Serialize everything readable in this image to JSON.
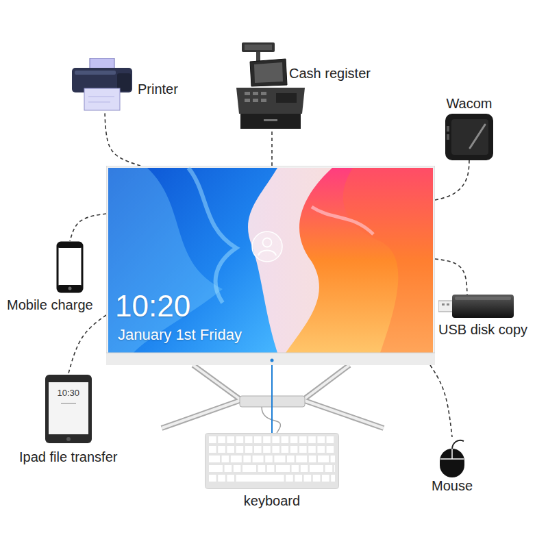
{
  "diagram": {
    "nodes": [
      {
        "text": [
          "Printer"
        ]
      },
      {
        "text": [
          "Cash register"
        ]
      },
      {
        "text": [
          "Wacom"
        ]
      },
      {
        "text": [
          "10:20",
          "January 1st Friday"
        ]
      },
      {
        "text": [
          "Mobile charge"
        ]
      },
      {
        "text": [
          "USB disk copy"
        ]
      },
      {
        "text": [
          "10:30",
          "Ipad file transfer"
        ]
      },
      {
        "text": [
          "Mouse"
        ]
      },
      {
        "text": [
          "keyboard"
        ]
      }
    ],
    "edges": [
      {
        "from": 3,
        "to": 0,
        "arrow": "none"
      },
      {
        "from": 3,
        "to": 1,
        "arrow": "none"
      },
      {
        "from": 3,
        "to": 2,
        "arrow": "none"
      },
      {
        "from": 3,
        "to": 4,
        "arrow": "none"
      },
      {
        "from": 3,
        "to": 5,
        "arrow": "none"
      },
      {
        "from": 3,
        "to": 6,
        "arrow": "none"
      },
      {
        "from": 3,
        "to": 7,
        "arrow": "none"
      },
      {
        "from": 3,
        "to": 8,
        "arrow": "none"
      }
    ]
  }
}
